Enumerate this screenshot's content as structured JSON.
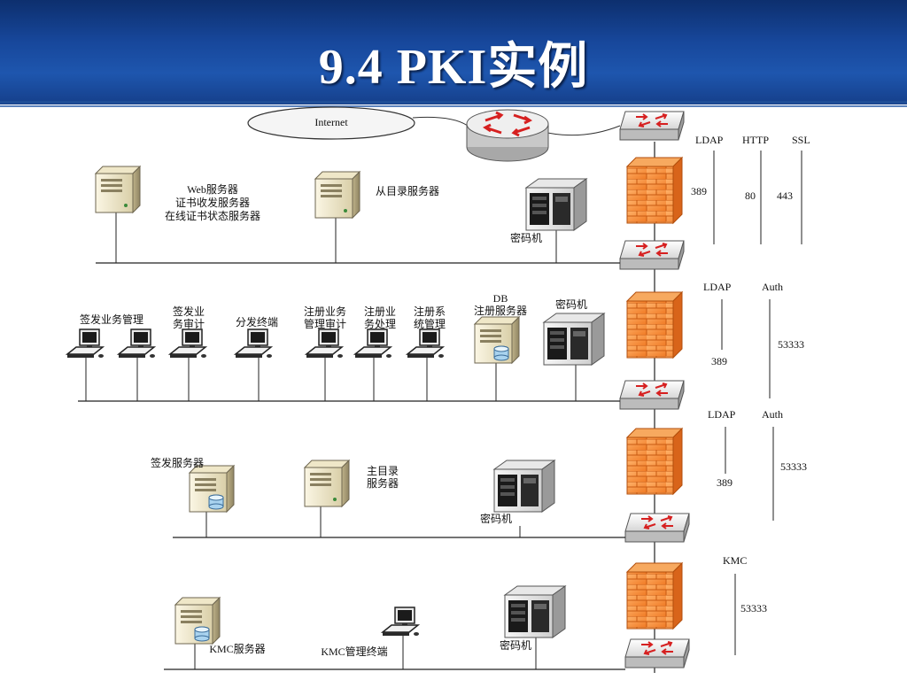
{
  "title": "9.4  PKI实例",
  "internet": "Internet",
  "zone1": {
    "web_server": [
      "Web服务器",
      "证书收发服务器",
      "在线证书状态服务器"
    ],
    "slave_dir": "从目录服务器",
    "crypto": "密码机",
    "ports": {
      "ldap": "LDAP",
      "http": "HTTP",
      "ssl": "SSL",
      "p389": "389",
      "p80": "80",
      "p443": "443"
    }
  },
  "zone2": {
    "sign_mgmt": "签发业务管理",
    "sign_audit": [
      "签发业",
      "务审计"
    ],
    "dist_term": "分发终端",
    "reg_audit": [
      "注册业务",
      "管理审计"
    ],
    "reg_proc": [
      "注册业",
      "务处理"
    ],
    "reg_sys": [
      "注册系",
      "统管理"
    ],
    "db": "DB",
    "reg_server": "注册服务器",
    "crypto": "密码机",
    "ports": {
      "ldap": "LDAP",
      "auth": "Auth",
      "p389": "389",
      "p53333": "53333"
    }
  },
  "zone3": {
    "sign_server": "签发服务器",
    "main_dir": [
      "主目录",
      "服务器"
    ],
    "crypto": "密码机",
    "ports": {
      "ldap": "LDAP",
      "auth": "Auth",
      "p389": "389",
      "p53333": "53333"
    }
  },
  "zone4": {
    "kmc_server": "KMC服务器",
    "kmc_term": "KMC管理终端",
    "crypto": "密码机",
    "ports": {
      "kmc": "KMC",
      "p53333": "53333"
    }
  }
}
